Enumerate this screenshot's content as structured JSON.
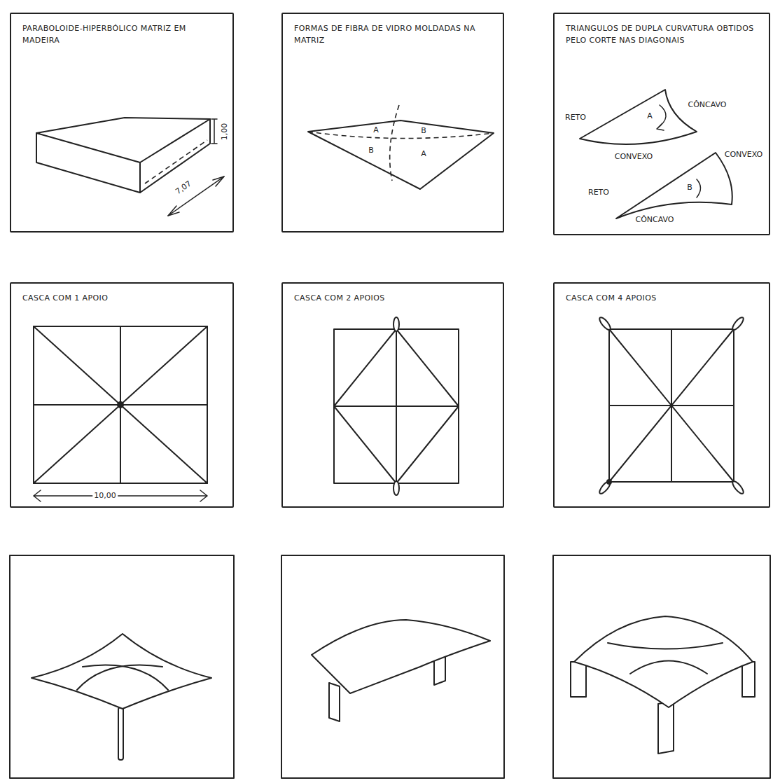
{
  "diagram": {
    "nodes": [
      {
        "text": [
          "PARABOLOIDE-HIPERBÓLICO MATRIZ EM MADEIRA"
        ]
      },
      {
        "text": [
          "FORMAS DE FIBRA DE VIDRO MOLDADAS NA MATRIZ"
        ]
      },
      {
        "text": [
          "TRIANGULOS DE DUPLA CURVATURA OBTIDOS PELO CORTE NAS DIAGONAIS"
        ]
      },
      {
        "text": [
          "CASCA COM 1 APOIO"
        ]
      },
      {
        "text": [
          "CASCA COM 2 APOIOS"
        ]
      },
      {
        "text": [
          "CASCA COM 4 APOIOS"
        ]
      }
    ],
    "labels": [
      "1,00",
      "7,07",
      "A",
      "B",
      "B",
      "A",
      "RETO",
      "CÔNCAVO",
      "A",
      "CONVEXO",
      "CONVEXO",
      "RETO",
      "B",
      "CÔNCAVO",
      "10,00"
    ]
  }
}
